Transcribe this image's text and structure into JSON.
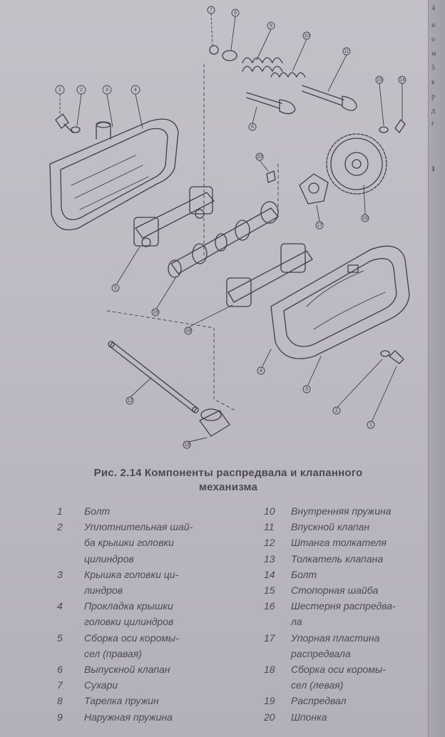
{
  "caption": {
    "line1": "Рис. 2.14 Компоненты распредвала и клапанного",
    "line2": "механизма"
  },
  "legend_left": [
    {
      "num": "1",
      "text": "Болт"
    },
    {
      "num": "2",
      "text": "Уплотнительная шай-\nба крышки головки\nцилиндров"
    },
    {
      "num": "3",
      "text": "Крышка головки ци-\nлиндров"
    },
    {
      "num": "4",
      "text": "Прокладка крышки\nголовки цилиндров"
    },
    {
      "num": "5",
      "text": "Сборка оси коромы-\nсел (правая)"
    },
    {
      "num": "6",
      "text": "Выпускной клапан"
    },
    {
      "num": "7",
      "text": "Сухари"
    },
    {
      "num": "8",
      "text": "Тарелка пружин"
    },
    {
      "num": "9",
      "text": "Наружная пружина"
    }
  ],
  "legend_right": [
    {
      "num": "10",
      "text": "Внутренняя пружина"
    },
    {
      "num": "11",
      "text": "Впускной клапан"
    },
    {
      "num": "12",
      "text": "Штанга толкателя"
    },
    {
      "num": "13",
      "text": "Толкатель клапана"
    },
    {
      "num": "14",
      "text": "Болт"
    },
    {
      "num": "15",
      "text": "Стопорная шайба"
    },
    {
      "num": "16",
      "text": "Шестерня распредва-\nла"
    },
    {
      "num": "17",
      "text": "Упорная пластина\nраспредвала"
    },
    {
      "num": "18",
      "text": "Сборка оси коромы-\nсел (левая)"
    },
    {
      "num": "19",
      "text": "Распредвал"
    },
    {
      "num": "20",
      "text": "Шпонка"
    }
  ],
  "figure_callouts": [
    "7",
    "8",
    "9",
    "10",
    "11",
    "1",
    "2",
    "3",
    "4",
    "6",
    "15",
    "14",
    "20",
    "16",
    "17",
    "5",
    "19",
    "18",
    "12",
    "13",
    "4",
    "3",
    "2",
    "1"
  ],
  "right_strip_chars": [
    "4",
    "н",
    "о",
    "м",
    "5",
    "к",
    "р",
    "д",
    "г",
    "1"
  ],
  "colors": {
    "paper": "#bdbac3",
    "ink": "#4a4954",
    "line": "#3f3e4a"
  }
}
